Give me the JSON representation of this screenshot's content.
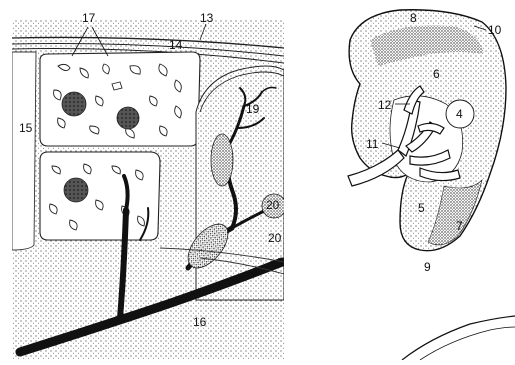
{
  "left_panel": {
    "callouts": [
      "17",
      "13",
      "14",
      "15",
      "19",
      "20",
      "20",
      "16"
    ]
  },
  "right_panel": {
    "callouts": [
      "8",
      "10",
      "6",
      "12",
      "4",
      "11",
      "5",
      "7",
      "9"
    ]
  }
}
